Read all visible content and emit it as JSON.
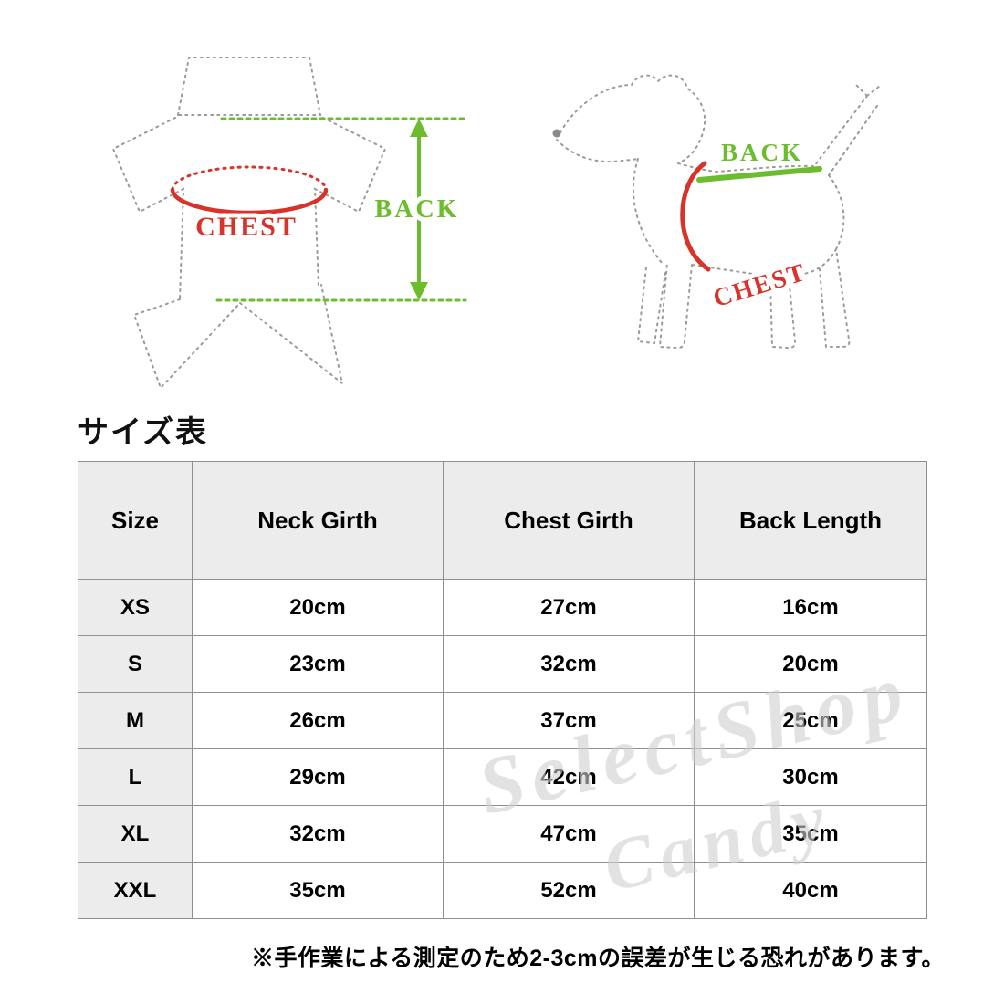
{
  "colors": {
    "green": "#6cbd2e",
    "red": "#d8332a",
    "outline": "#9a9a9a",
    "header_bg": "#ececec",
    "watermark": "#cfcfcf"
  },
  "garment_diagram": {
    "chest_label": "CHEST",
    "back_label": "BACK"
  },
  "dog_diagram": {
    "chest_label": "CHEST",
    "back_label": "BACK"
  },
  "size_section": {
    "title": "サイズ表"
  },
  "size_table": {
    "headers": [
      "Size",
      "Neck Girth",
      "Chest Girth",
      "Back Length"
    ],
    "rows": [
      [
        "XS",
        "20cm",
        "27cm",
        "16cm"
      ],
      [
        "S",
        "23cm",
        "32cm",
        "20cm"
      ],
      [
        "M",
        "26cm",
        "37cm",
        "25cm"
      ],
      [
        "L",
        "29cm",
        "42cm",
        "30cm"
      ],
      [
        "XL",
        "32cm",
        "47cm",
        "35cm"
      ],
      [
        "XXL",
        "35cm",
        "52cm",
        "40cm"
      ]
    ]
  },
  "watermark": {
    "line1": "SelectShop",
    "line2": "Candy"
  },
  "note": {
    "text": "※手作業による測定のため2-3cmの誤差が生じる恐れがあります。"
  }
}
